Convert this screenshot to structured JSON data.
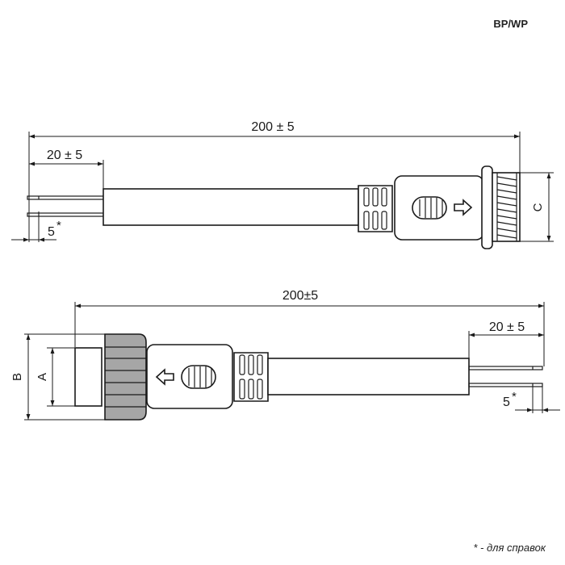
{
  "header": {
    "code": "BP/WP"
  },
  "footer": {
    "note": "* - для справок"
  },
  "top_view": {
    "total_length": "200 ± 5",
    "lead_length": "20 ± 5",
    "strip_length": "5",
    "strip_mark": "*",
    "diameter_label": "C"
  },
  "bottom_view": {
    "total_length": "200±5",
    "lead_length": "20 ± 5",
    "strip_length": "5",
    "strip_mark": "*",
    "outer_label": "B",
    "inner_label": "A"
  },
  "colors": {
    "line": "#1a1a1a",
    "nut_fill": "#a6a6a6",
    "background": "#ffffff"
  }
}
